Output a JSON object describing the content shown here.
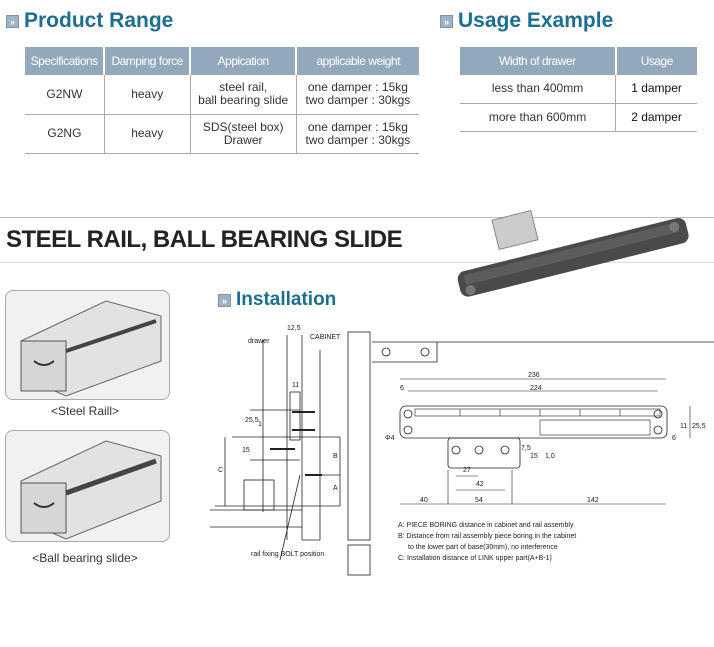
{
  "product_range": {
    "title": "Product Range",
    "headers": [
      "Specifications",
      "Damping force",
      "Appication",
      "applicable weight"
    ],
    "rows": [
      {
        "spec": "G2NW",
        "force": "heavy",
        "app": [
          "steel rail,",
          "ball bearing slide"
        ],
        "weight": [
          "one damper : 15kg",
          "two damper : 30kgs"
        ]
      },
      {
        "spec": "G2NG",
        "force": "heavy",
        "app": [
          "SDS(steel box)",
          "Drawer"
        ],
        "weight": [
          "one damper : 15kg",
          "two damper : 30kgs"
        ]
      }
    ]
  },
  "usage": {
    "title": "Usage Example",
    "headers": [
      "Width of drawer",
      "Usage"
    ],
    "rows": [
      {
        "width": "less than 400mm",
        "usage": "1 damper"
      },
      {
        "width": "more than 600mm",
        "usage": "2 damper"
      }
    ]
  },
  "section_title": "STEEL RAIL, BALL BEARING SLIDE",
  "captions": {
    "steel": "<Steel Raill>",
    "ball": "<Ball bearing slide>"
  },
  "installation": {
    "title": "Installation",
    "labels": {
      "drawer": "drawer",
      "cabinet": "CABINET",
      "d125": "12,5",
      "d11": "11",
      "d255": "25,5",
      "d1": "1",
      "d15": "15",
      "c": "C",
      "b": "B",
      "a": "A",
      "bolt": "rail fixing BOLT position",
      "d236": "236",
      "d6": "6",
      "d224": "224",
      "d4": "Φ4",
      "d27": "27",
      "d42": "42",
      "d40": "40",
      "d54": "54",
      "d142": "142",
      "d7": "7,5",
      "d15b": "15",
      "d10": "1,0",
      "r11": "11",
      "r6": "6",
      "r255": "25,5"
    },
    "notes": [
      "A: PIECE BORING distance in cabinet and rail assembly",
      "B: Distance from rail assembly piece boring in the cabinet",
      "   to the lower part of base(30mm), no interference",
      "C: Installation distance of LINK upper part(A+B-1)"
    ]
  }
}
